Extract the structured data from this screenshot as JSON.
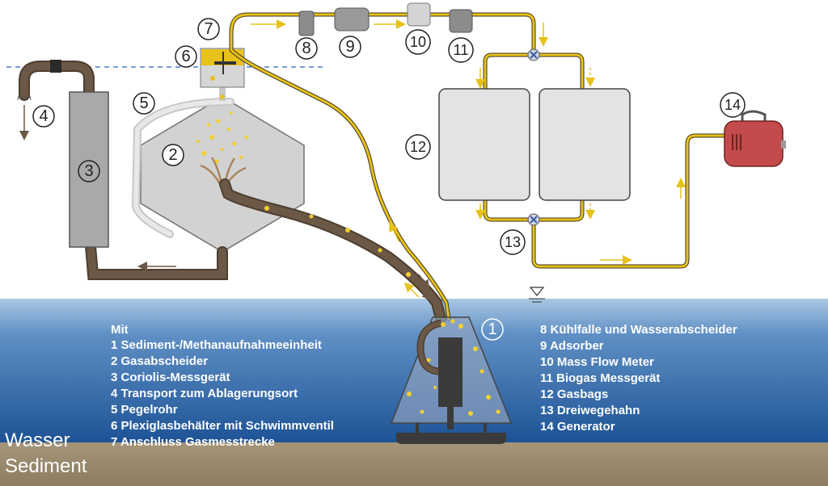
{
  "labels": {
    "n1": "1",
    "n2": "2",
    "n3": "3",
    "n4": "4",
    "n5": "5",
    "n6": "6",
    "n7": "7",
    "n8": "8",
    "n9": "9",
    "n10": "10",
    "n11": "11",
    "n12": "12",
    "n13": "13",
    "n14": "14"
  },
  "legend_left": [
    "Mit",
    "1 Sediment-/Methanaufnahmeeinheit",
    "2 Gasabscheider",
    "3 Coriolis-Messgerät",
    "4 Transport zum Ablagerungsort",
    "5 Pegelrohr",
    "6 Plexiglasbehälter mit Schwimmventil",
    "7 Anschluss Gasmesstrecke"
  ],
  "legend_right": [
    "8 Kühlfalle und Wasserabscheider",
    "9 Adsorber",
    "10 Mass Flow Meter",
    "11 Biogas Messgerät",
    "12 Gasbags",
    "13 Dreiwegehahn",
    "14 Generator"
  ],
  "zones": {
    "water": "Wasser",
    "sediment": "Sediment"
  },
  "colors": {
    "water_top": "#9fc0e0",
    "water_bottom": "#1f5a9c",
    "sediment": "#9a8a6e",
    "pipe_brown": "#6b5846",
    "gas_line": "#e6c21a",
    "bubble": "#f2d02e",
    "tank_grey": "#a9a9a9",
    "bag_grey": "#e3e3e3",
    "generator": "#c44b4b"
  }
}
